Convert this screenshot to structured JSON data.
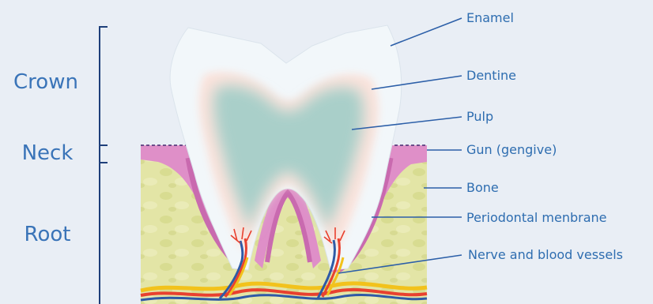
{
  "regions": {
    "crown": "Crown",
    "neck": "Neck",
    "root": "Root"
  },
  "callouts": {
    "enamel": "Enamel",
    "dentine": "Dentine",
    "pulp": "Pulp",
    "gum": "Gun (gengive)",
    "bone": "Bone",
    "periodontal": "Periodontal menbrane",
    "nerve": "Nerve and blood vessels"
  },
  "colors": {
    "background": "#e9eef5",
    "label_text": "#3a74b8",
    "leader_line": "#2c5fa8",
    "bracket": "#1e3f7a",
    "enamel": "#f2f7fa",
    "dentine": "#fbe3dc",
    "pulp": "#a9cfc9",
    "gum": "#df8fc8",
    "bone": "#e3e5a6",
    "nerve_red": "#e8412f",
    "nerve_yellow": "#f2c21c",
    "vessel_blue": "#2f5aa6"
  }
}
